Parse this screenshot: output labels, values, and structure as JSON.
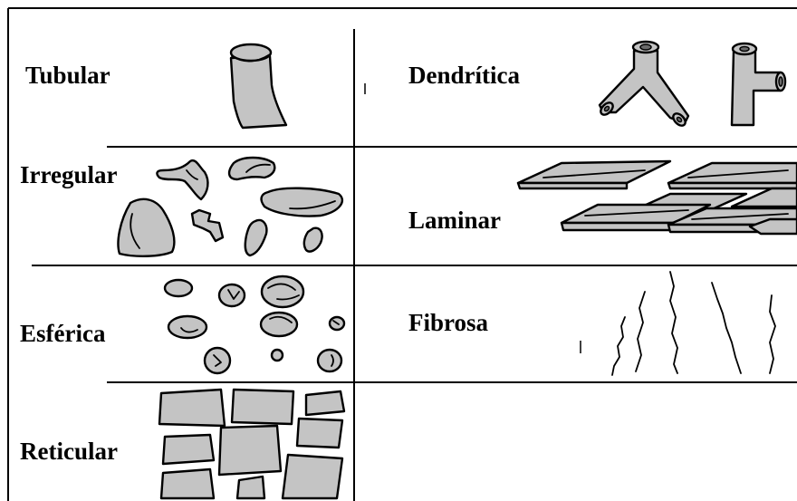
{
  "labels": {
    "tubular": "Tubular",
    "dendritica": "Dendrítica",
    "irregular": "Irregular",
    "laminar": "Laminar",
    "esferica": "Esférica",
    "fibrosa": "Fibrosa",
    "reticular": "Reticular"
  },
  "colors": {
    "particle_fill": "#c4c4c4",
    "outline": "#000000",
    "background": "#ffffff"
  }
}
